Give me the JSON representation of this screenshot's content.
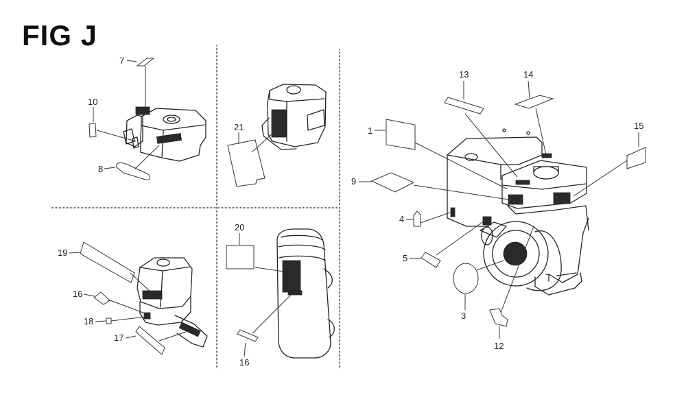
{
  "title": "FIG J",
  "callouts": {
    "c1": "1",
    "c3": "3",
    "c4": "4",
    "c5": "5",
    "c7": "7",
    "c8": "8",
    "c9": "9",
    "c10": "10",
    "c12": "12",
    "c13": "13",
    "c14": "14",
    "c15": "15",
    "c16a": "16",
    "c16b": "16",
    "c17": "17",
    "c18": "18",
    "c19": "19",
    "c20": "20",
    "c21": "21"
  }
}
